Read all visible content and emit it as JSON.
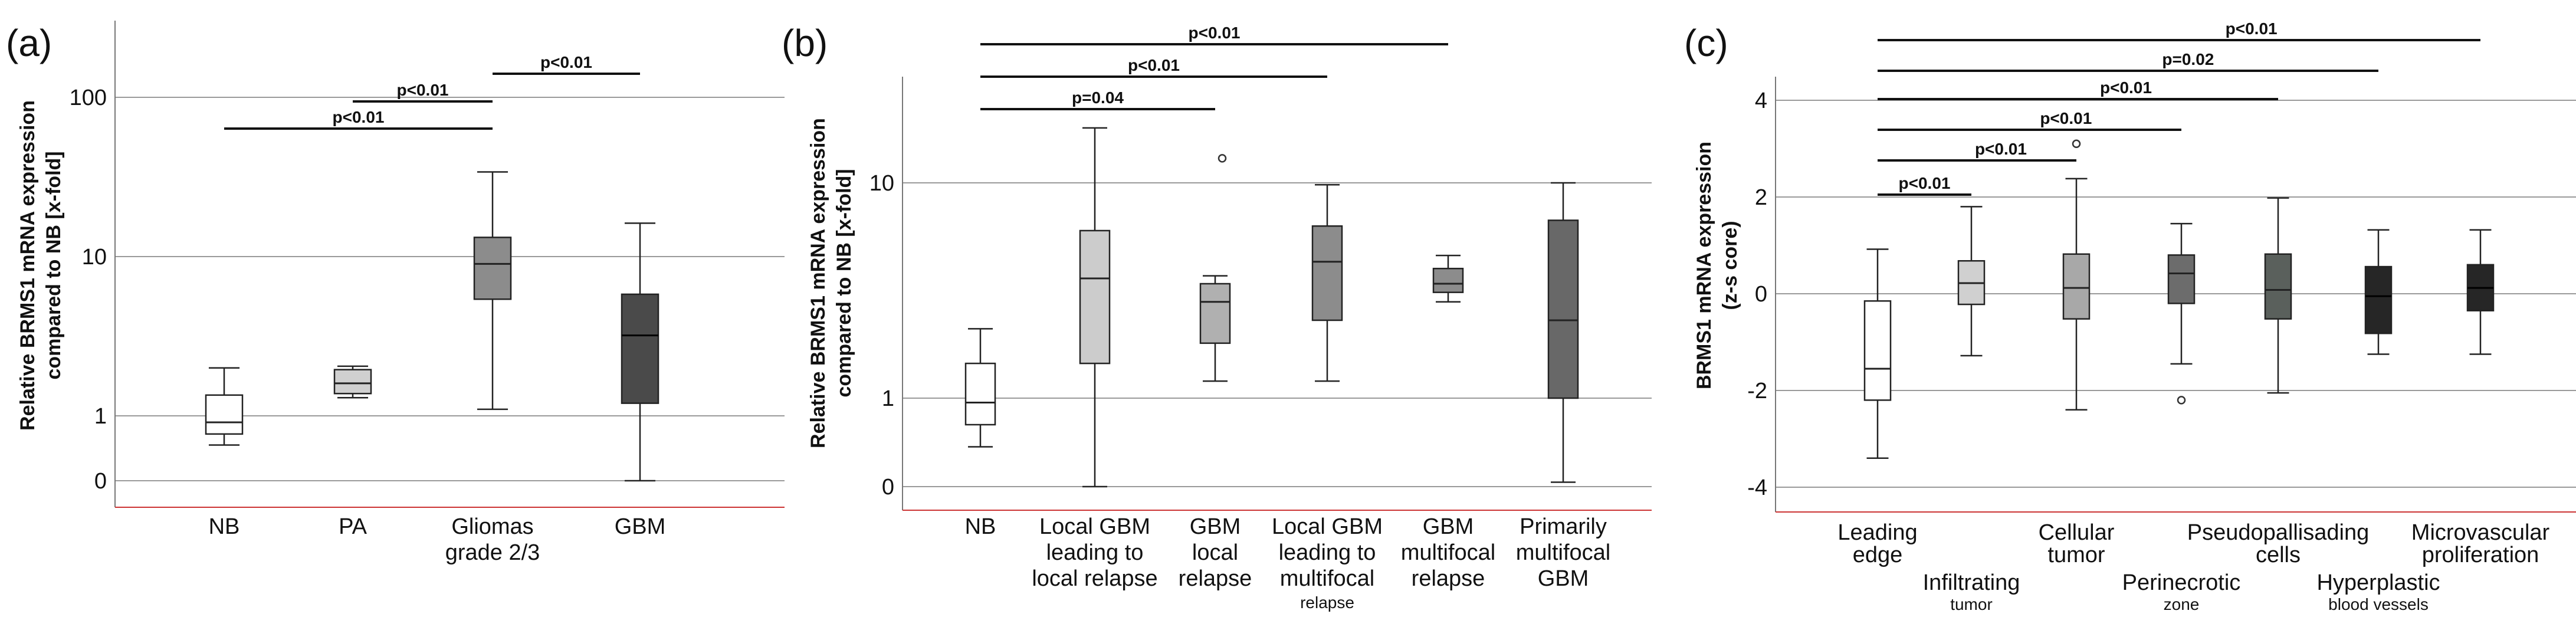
{
  "chart_data": [
    {
      "panel": "(a)",
      "type": "box",
      "ylabel": [
        "Relative BRMS1 mRNA expression",
        "compared to NB [x-fold]"
      ],
      "yscale": "log-like",
      "yticks": [
        "0",
        "1",
        "10",
        "100"
      ],
      "categories": [
        {
          "label": [
            "NB"
          ],
          "whisker_low": 0.55,
          "q1": 0.72,
          "median": 0.9,
          "q3": 1.35,
          "whisker_high": 2.0,
          "fill": "#ffffff"
        },
        {
          "label": [
            "PA"
          ],
          "whisker_low": 1.3,
          "q1": 1.38,
          "median": 1.6,
          "q3": 1.95,
          "whisker_high": 2.05,
          "fill": "#d0d0d0"
        },
        {
          "label": [
            "Gliomas",
            "grade 2/3"
          ],
          "whisker_low": 1.1,
          "q1": 5.4,
          "median": 9.0,
          "q3": 13.2,
          "whisker_high": 34.0,
          "fill": "#8c8c8c"
        },
        {
          "label": [
            "GBM"
          ],
          "whisker_low": 0.0,
          "q1": 1.2,
          "median": 3.2,
          "q3": 5.8,
          "whisker_high": 16.2,
          "fill": "#4a4a4a"
        }
      ],
      "comparisons": [
        {
          "from": 0,
          "to": 2,
          "label": "p<0.01"
        },
        {
          "from": 1,
          "to": 2,
          "label": "p<0.01"
        },
        {
          "from": 2,
          "to": 3,
          "label": "p<0.01"
        }
      ]
    },
    {
      "panel": "(b)",
      "type": "box",
      "ylabel": [
        "Relative BRMS1 mRNA expression",
        "compared to NB [x-fold]"
      ],
      "yscale": "log-like",
      "yticks": [
        "0",
        "1",
        "10"
      ],
      "categories": [
        {
          "label": [
            "NB"
          ],
          "whisker_low": 0.45,
          "q1": 0.7,
          "median": 0.95,
          "q3": 1.45,
          "whisker_high": 2.1,
          "fill": "#ffffff"
        },
        {
          "label": [
            "Local GBM",
            "leading to",
            "local relapse"
          ],
          "whisker_low": 0.0,
          "q1": 1.45,
          "median": 3.6,
          "q3": 6.0,
          "whisker_high": 18.0,
          "fill": "#cccccc"
        },
        {
          "label": [
            "GBM",
            "local",
            "relapse"
          ],
          "whisker_low": 1.2,
          "q1": 1.8,
          "median": 2.8,
          "q3": 3.4,
          "whisker_high": 3.7,
          "fill": "#b0b0b0"
        },
        {
          "label": [
            "Local GBM",
            "leading to",
            "multifocal"
          ],
          "small_label": "relapse",
          "whisker_low": 1.2,
          "q1": 2.3,
          "median": 4.3,
          "q3": 6.3,
          "whisker_high": 9.8,
          "fill": "#8c8c8c"
        },
        {
          "label": [
            "GBM",
            "multifocal",
            "relapse"
          ],
          "whisker_low": 2.8,
          "q1": 3.1,
          "median": 3.4,
          "q3": 4.0,
          "whisker_high": 4.6,
          "fill": "#8c8c8c"
        },
        {
          "label": [
            "Primarily",
            "multifocal",
            "GBM"
          ],
          "whisker_low": 0.05,
          "q1": 1.0,
          "median": 2.3,
          "q3": 6.7,
          "whisker_high": 10.0,
          "fill": "#686868"
        }
      ],
      "outliers": [
        {
          "category": 2,
          "value": 13.0
        }
      ],
      "comparisons": [
        {
          "from": 0,
          "to": 2,
          "label": "p=0.04"
        },
        {
          "from": 0,
          "to": 3,
          "label": "p<0.01"
        },
        {
          "from": 0,
          "to": 4,
          "label": "p<0.01"
        }
      ]
    },
    {
      "panel": "(c)",
      "type": "box",
      "ylabel": [
        "BRMS1 mRNA expression",
        "(z-s core)"
      ],
      "yscale": "linear",
      "ylim": [
        -4.6,
        4.6
      ],
      "yticks": [
        -4,
        -2,
        0,
        2,
        4
      ],
      "categories": [
        {
          "label": [
            "Leading",
            "edge"
          ],
          "label_row": "upper",
          "whisker_low": -3.4,
          "q1": -2.2,
          "median": -1.55,
          "q3": -0.15,
          "whisker_high": 0.92,
          "fill": "#ffffff"
        },
        {
          "label": [
            "Infiltrating"
          ],
          "small_label": "tumor",
          "label_row": "lower",
          "whisker_low": -1.28,
          "q1": -0.22,
          "median": 0.22,
          "q3": 0.68,
          "whisker_high": 1.8,
          "fill": "#d0d0d0"
        },
        {
          "label": [
            "Cellular",
            "tumor"
          ],
          "label_row": "upper",
          "whisker_low": -2.4,
          "q1": -0.52,
          "median": 0.12,
          "q3": 0.82,
          "whisker_high": 2.38,
          "fill": "#a8a8a8"
        },
        {
          "label": [
            "Perinecrotic"
          ],
          "small_label": "zone",
          "label_row": "lower",
          "whisker_low": -1.45,
          "q1": -0.2,
          "median": 0.42,
          "q3": 0.8,
          "whisker_high": 1.45,
          "fill": "#6c6c6c"
        },
        {
          "label": [
            "Pseudopallisading",
            "cells"
          ],
          "label_row": "upper",
          "whisker_low": -2.05,
          "q1": -0.52,
          "median": 0.08,
          "q3": 0.82,
          "whisker_high": 1.98,
          "fill": "#5a605c"
        },
        {
          "label": [
            "Hyperplastic"
          ],
          "small_label": "blood vessels",
          "label_row": "lower",
          "whisker_low": -1.25,
          "q1": -0.82,
          "median": -0.05,
          "q3": 0.56,
          "whisker_high": 1.32,
          "fill": "#262626"
        },
        {
          "label": [
            "Microvascular",
            "proliferation"
          ],
          "label_row": "upper",
          "whisker_low": -1.25,
          "q1": -0.35,
          "median": 0.12,
          "q3": 0.6,
          "whisker_high": 1.32,
          "fill": "#262626"
        }
      ],
      "outliers": [
        {
          "category": 2,
          "value": 3.1
        },
        {
          "category": 3,
          "value": -2.2
        }
      ],
      "comparisons": [
        {
          "from": 0,
          "to": 1,
          "label": "p<0.01"
        },
        {
          "from": 0,
          "to": 2,
          "label": "p<0.01"
        },
        {
          "from": 0,
          "to": 3,
          "label": "p<0.01"
        },
        {
          "from": 0,
          "to": 4,
          "label": "p<0.01"
        },
        {
          "from": 0,
          "to": 5,
          "label": "p=0.02"
        },
        {
          "from": 0,
          "to": 6,
          "label": "p<0.01"
        }
      ]
    }
  ]
}
